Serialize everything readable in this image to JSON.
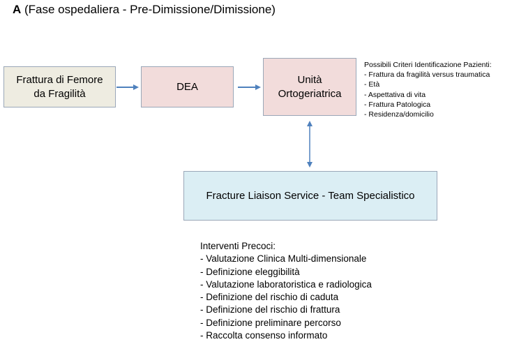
{
  "title": {
    "letter": "A",
    "text": " (Fase ospedaliera - Pre-Dimissione/Dimissione)"
  },
  "boxes": {
    "frattura": [
      "Frattura di Femore",
      "da Fragilità"
    ],
    "dea": "DEA",
    "unita": [
      "Unità",
      "Ortogeriatrica"
    ],
    "fls": "Fracture Liaison Service - Team Specialistico"
  },
  "criteria": {
    "heading": "Possibili Criteri Identificazione Pazienti:",
    "items": [
      "- Frattura da fragilità versus traumatica",
      "- Età",
      "- Aspettativa di vita",
      "- Frattura Patologica",
      "- Residenza/domicilio"
    ]
  },
  "interventi": {
    "heading": "Interventi Precoci:",
    "items": [
      "- Valutazione Clinica Multi-dimensionale",
      "- Definizione eleggibilità",
      "- Valutazione laboratoristica e radiologica",
      "- Definizione del rischio di caduta",
      "- Definizione del rischio di frattura",
      "- Definizione preliminare percorso",
      "- Raccolta consenso informato"
    ]
  },
  "colors": {
    "arrow": "#4f81bd",
    "frattura_fill": "#eeece1",
    "pink_fill": "#f2dcdb",
    "fls_fill": "#dbeef4"
  }
}
